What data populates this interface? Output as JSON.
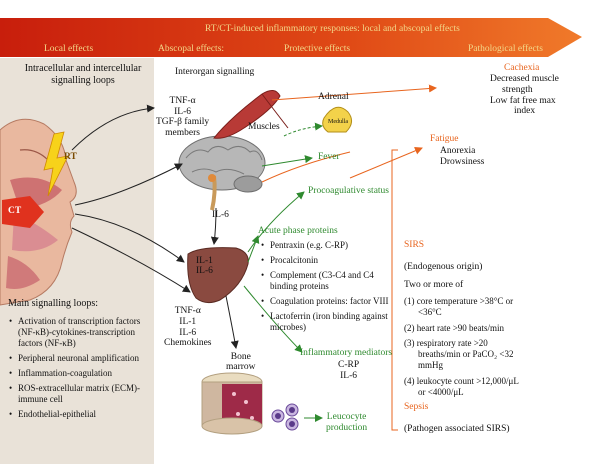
{
  "banner": {
    "title": "RT/CT-induced inflammatory responses: local and abscopal effects",
    "local": "Local effects",
    "abscopal": "Abscopal effects:",
    "protective": "Protective effects",
    "pathological": "Pathological effects"
  },
  "local_panel": {
    "signalling_title": "Intracellular and intercellular signalling loops",
    "rt_label": "RT",
    "ct_label": "CT",
    "loops_title": "Main signalling loops:",
    "loops": [
      "Activation of transcription factors (NF-κB)-cytokines-transcription factors (NF-κB)",
      "Peripheral neuronal amplification",
      "Inflammation-coagulation",
      "ROS-extracellular matrix (ECM)-immune cell",
      "Endothelial-epithelial"
    ]
  },
  "abscopal": {
    "interorgan": "Interorgan signalling",
    "cytokines_top": [
      "TNF-α",
      "IL-6",
      "TGF-β family",
      "members"
    ],
    "muscles": "Muscles",
    "adrenal": "Adrenal",
    "medulla": "Medulla",
    "brain_il6": "IL-6",
    "liver_cytokines": [
      "IL-1",
      "IL-6"
    ],
    "cytokines_bottom": [
      "TNF-α",
      "IL-1",
      "IL-6",
      "Chemokines"
    ],
    "bone_marrow": [
      "Bone",
      "marrow"
    ]
  },
  "protective": {
    "fever": "Fever",
    "procoagulative": "Procoagulative status",
    "app_title": "Acute phase proteins",
    "app_list": [
      "Pentraxin (e.g. C-RP)",
      "Procalcitonin",
      "Complement (C3-C4 and C4 binding proteins",
      "Coagulation proteins: factor VIII",
      "Lactoferrin (iron binding against microbes)"
    ],
    "mediators_title": "Inflammatory mediators",
    "mediators": [
      "C-RP",
      "IL-6"
    ],
    "leucocyte": [
      "Leucocyte",
      "production"
    ]
  },
  "pathological": {
    "cachexia_title": "Cachexia",
    "cachexia": [
      "Decreased muscle",
      "strength",
      "Low fat free max",
      "index"
    ],
    "fatigue_title": "Fatigue",
    "fatigue": [
      "Anorexia",
      "Drowsiness"
    ],
    "sirs_title": "SIRS",
    "sirs_origin": "(Endogenous origin)",
    "sirs_two": "Two or more of",
    "sirs_criteria": [
      [
        "(1) core temperature >38°C or",
        "<36°C"
      ],
      [
        "(2) heart rate >90 beats/min"
      ],
      [
        "(3) respiratory rate >20",
        "breaths/min or PaCO₂ <32",
        "mmHg"
      ],
      [
        "(4) leukocyte count >12,000/μL",
        "or <4000/μL"
      ]
    ],
    "sepsis_title": "Sepsis",
    "sepsis": "(Pathogen associated SIRS)"
  },
  "colors": {
    "banner_dark": "#c81e0c",
    "banner_light": "#f07a2a",
    "orange_text": "#e8651f",
    "green_text": "#2f8a2f",
    "panel_bg": "#e9e2d8",
    "liver": "#8a4a40"
  }
}
